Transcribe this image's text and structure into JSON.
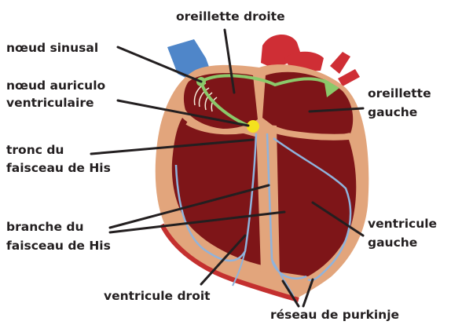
{
  "labels": {
    "right_atrium": "oreillette droite",
    "sinus_node": "nœud sinusal",
    "av_node_line1": "nœud auriculo",
    "av_node_line2": "ventriculaire",
    "his_trunk_line1": "tronc du",
    "his_trunk_line2": "faisceau de His",
    "his_branch_line1": "branche du",
    "his_branch_line2": "faisceau de His",
    "right_ventricle": "ventricule droit",
    "purkinje": "réseau de purkinje",
    "left_atrium_line1": "oreillette",
    "left_atrium_line2": "gauche",
    "left_ventricle_line1": "ventricule",
    "left_ventricle_line2": "gauche"
  },
  "colors": {
    "heart_outer": "#e2a57c",
    "heart_muscle": "#7e1518",
    "heart_rim": "#c4302f",
    "vessel_red": "#cf2e35",
    "vein_blue": "#4f86c9",
    "conduction_green": "#8bc96a",
    "av_node_yellow": "#f4e21e",
    "purkinje_blue": "#8fb3dc",
    "leader_line": "#231f20"
  }
}
